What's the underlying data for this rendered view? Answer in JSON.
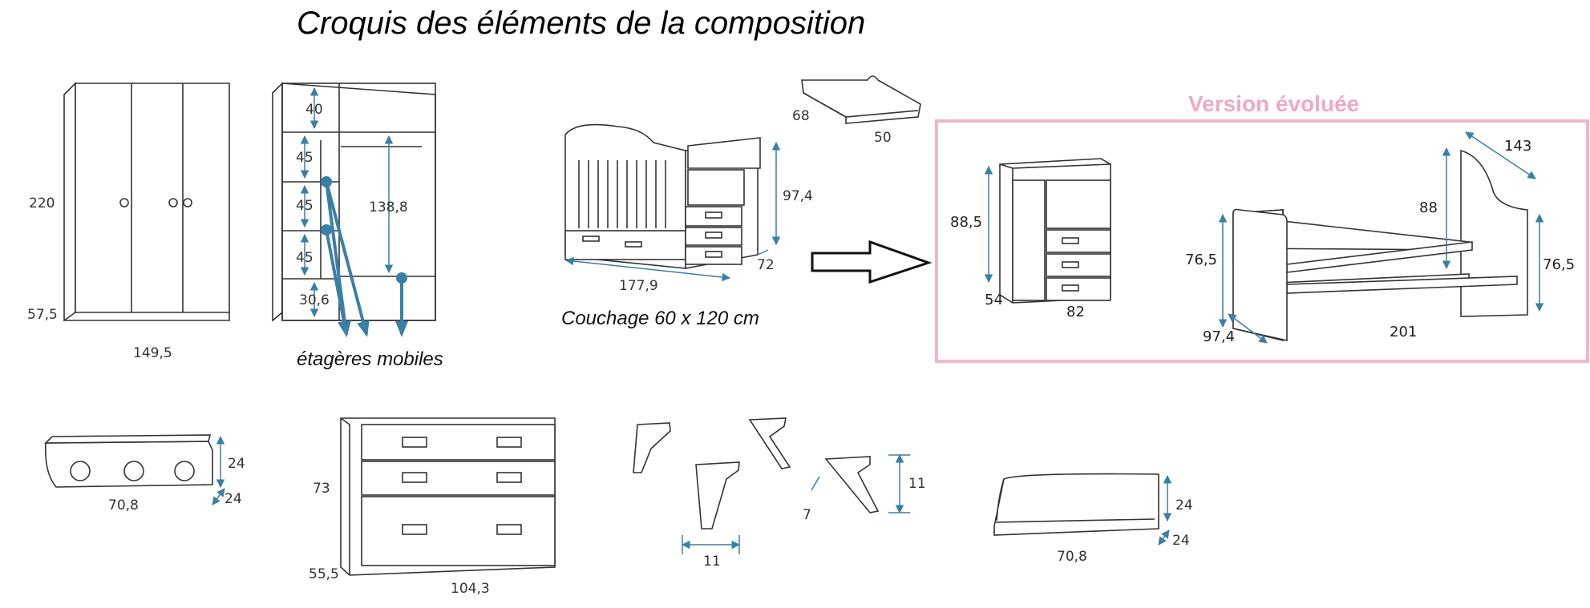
{
  "title": "Croquis des éléments de la composition",
  "version_label": "Version évoluée",
  "colors": {
    "dimension": "#3a7fa6",
    "version": "#f0a9c4",
    "outline": "#333333"
  },
  "captions": {
    "etageres": "étagères mobiles",
    "couchage": "Couchage 60 x 120 cm"
  },
  "armoire": {
    "height": "220",
    "depth": "57,5",
    "width": "149,5"
  },
  "armoire_interior": {
    "top": "40",
    "shelf1": "45",
    "shelf2": "45",
    "shelf3": "45",
    "bottom": "30,6",
    "hanging": "138,8"
  },
  "changing_top": {
    "depth": "68",
    "width": "50"
  },
  "crib": {
    "height": "97,4",
    "depth": "72",
    "length": "177,9"
  },
  "evolved_unit": {
    "height": "88,5",
    "depth": "54",
    "width": "82"
  },
  "evolved_bed": {
    "diag": "143",
    "headboard": "88",
    "left_h": "76,5",
    "right_h": "76,5",
    "depth": "97,4",
    "length": "201"
  },
  "shelf_pegs": {
    "width": "70,8",
    "height": "24",
    "depth": "24"
  },
  "dresser": {
    "height": "73",
    "depth": "55,5",
    "width": "104,3"
  },
  "legs": {
    "height": "11",
    "width": "11",
    "depth": "7"
  },
  "shelf_small": {
    "width": "70,8",
    "height": "24",
    "depth": "24"
  }
}
